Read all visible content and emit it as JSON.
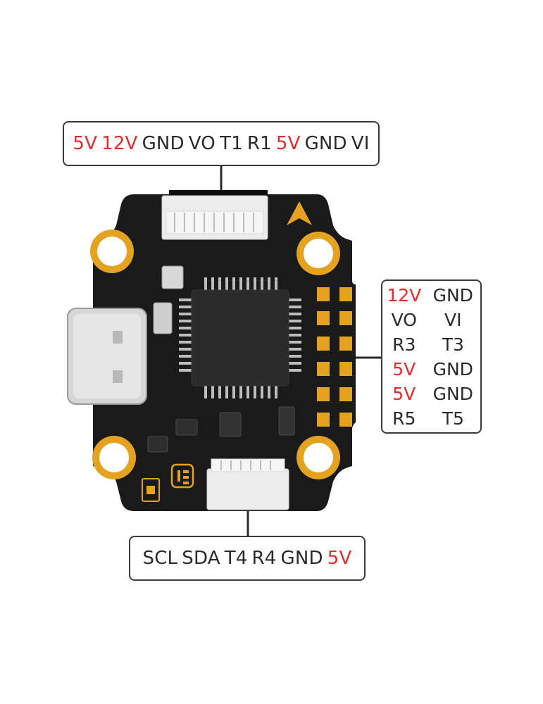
{
  "colors": {
    "board": "#1a1a1a",
    "pad_gold": "#e3a321",
    "label_red": "#e52a2a",
    "label_dark": "#2a2a2a",
    "connector": "#ececec",
    "chip": "#2b2b2b"
  },
  "top_connector": {
    "pins": [
      {
        "text": "5V",
        "color": "red"
      },
      {
        "text": "12V",
        "color": "red"
      },
      {
        "text": "GND",
        "color": "dark"
      },
      {
        "text": "VO",
        "color": "dark"
      },
      {
        "text": "T1",
        "color": "dark"
      },
      {
        "text": "R1",
        "color": "dark"
      },
      {
        "text": "5V",
        "color": "red"
      },
      {
        "text": "GND",
        "color": "dark"
      },
      {
        "text": "VI",
        "color": "dark"
      }
    ]
  },
  "side_pads": {
    "rows": [
      {
        "left": "12V",
        "left_color": "red",
        "right": "GND",
        "right_color": "dark"
      },
      {
        "left": "VO",
        "left_color": "dark",
        "right": "VI",
        "right_color": "dark"
      },
      {
        "left": "R3",
        "left_color": "dark",
        "right": "T3",
        "right_color": "dark"
      },
      {
        "left": "5V",
        "left_color": "red",
        "right": "GND",
        "right_color": "dark"
      },
      {
        "left": "5V",
        "left_color": "red",
        "right": "GND",
        "right_color": "dark"
      },
      {
        "left": "R5",
        "left_color": "dark",
        "right": "T5",
        "right_color": "dark"
      }
    ]
  },
  "bottom_connector": {
    "pins": [
      {
        "text": "SCL",
        "color": "dark"
      },
      {
        "text": "SDA",
        "color": "dark"
      },
      {
        "text": "T4",
        "color": "dark"
      },
      {
        "text": "R4",
        "color": "dark"
      },
      {
        "text": "GND",
        "color": "dark"
      },
      {
        "text": "5V",
        "color": "red"
      }
    ]
  },
  "icons": {
    "board_logo": "i-logo-icon",
    "direction_arrow": "arrow-up-icon"
  }
}
